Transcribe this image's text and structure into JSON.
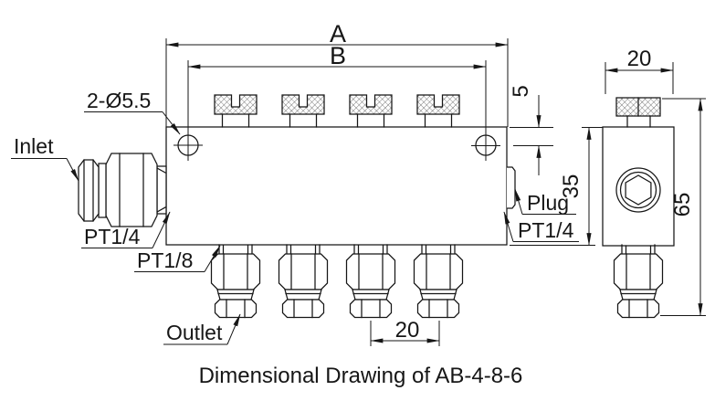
{
  "dims": {
    "width_overall": "A",
    "width_between_holes": "B",
    "hole_callout": "2-Ø5.5",
    "hole_center_offset": "5",
    "body_height": "35",
    "side_width": "20",
    "overall_height": "65",
    "outlet_spacing": "20"
  },
  "labels": {
    "inlet": "Inlet",
    "inlet_thread": "PT1/4",
    "outlet_thread": "PT1/8",
    "outlet": "Outlet",
    "plug": "Plug",
    "plug_thread": "PT1/4"
  },
  "caption": "Dimensional Drawing of AB-4-8-6",
  "colors": {
    "line": "#161616",
    "background": "#ffffff"
  }
}
